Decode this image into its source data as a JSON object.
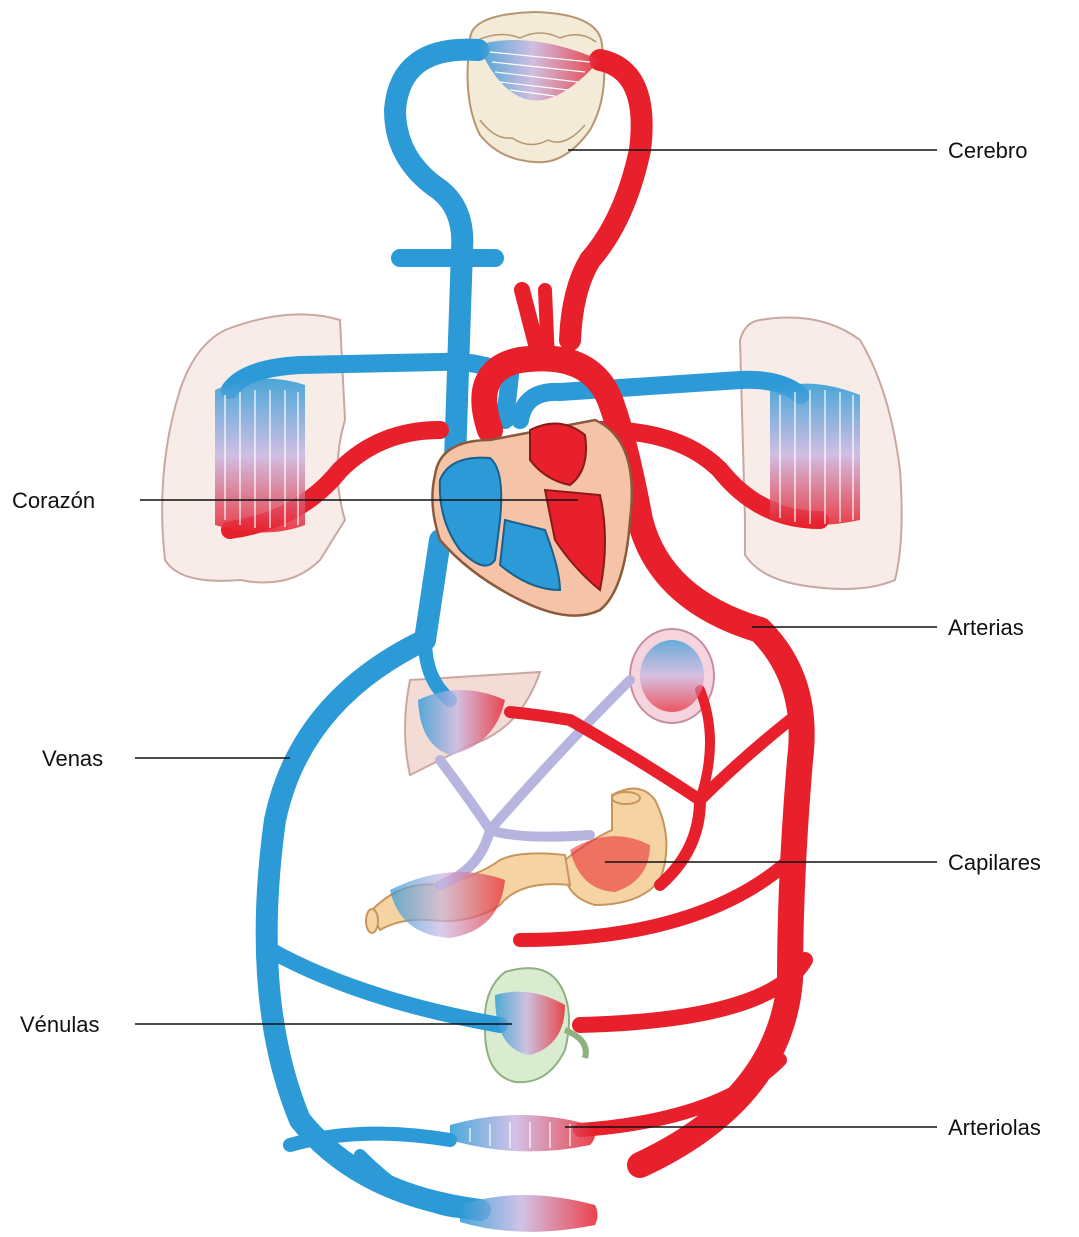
{
  "labels": {
    "cerebro": "Cerebro",
    "corazon": "Corazón",
    "arterias": "Arterias",
    "venas": "Venas",
    "capilares": "Capilares",
    "venulas": "Vénulas",
    "arteriolas": "Arteriolas"
  },
  "colors": {
    "vein": "#2b9ad6",
    "artery": "#e8202c",
    "portal": "#b7b5df",
    "lung": "#f7ece8",
    "heart_outer": "#f5c4a8",
    "kidney": "#d9ecd0",
    "intestine": "#f5d3a3",
    "spleen": "#f4dcd6",
    "brain": "#f3ead7"
  }
}
